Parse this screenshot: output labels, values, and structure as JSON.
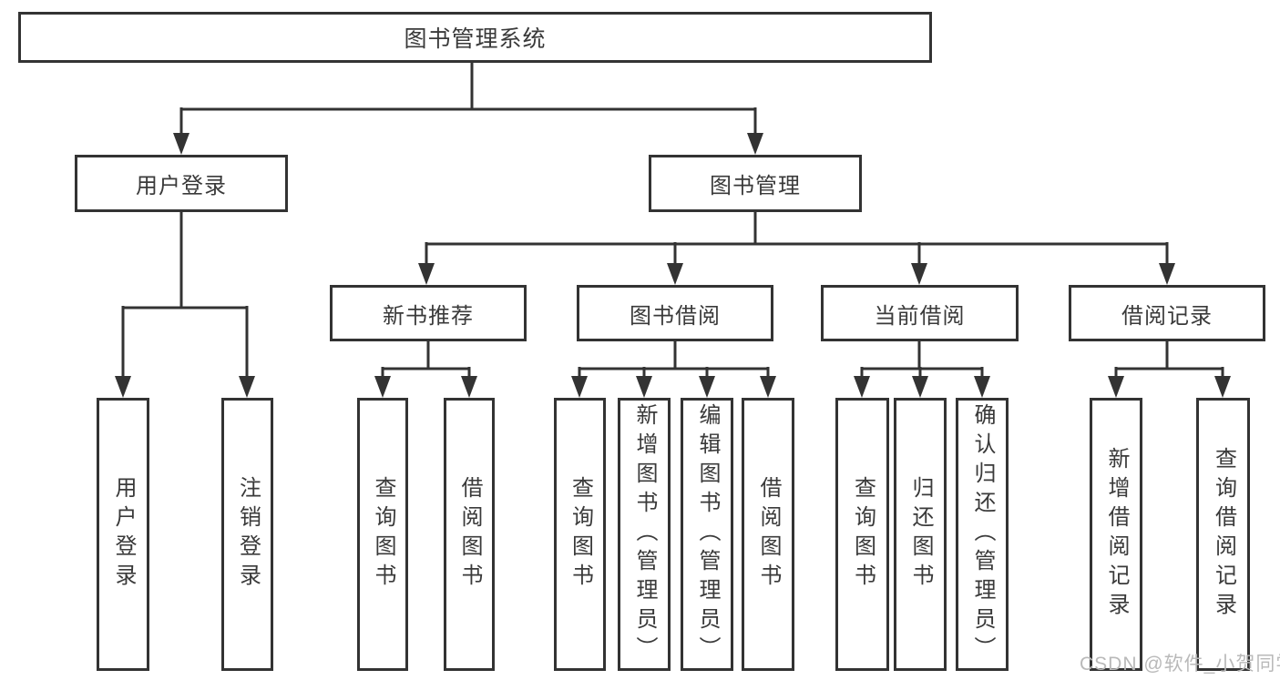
{
  "diagram": {
    "tree": {
      "root": {
        "label": "图书管理系统"
      },
      "branches": [
        {
          "label": "用户登录",
          "children": [
            {
              "label": "用户登录"
            },
            {
              "label": "注销登录"
            }
          ]
        },
        {
          "label": "图书管理",
          "children": [
            {
              "label": "新书推荐",
              "children": [
                {
                  "label": "查询图书"
                },
                {
                  "label": "借阅图书"
                }
              ]
            },
            {
              "label": "图书借阅",
              "children": [
                {
                  "label": "查询图书"
                },
                {
                  "label": "新增图书（管理员）"
                },
                {
                  "label": "编辑图书（管理员）"
                },
                {
                  "label": "借阅图书"
                }
              ]
            },
            {
              "label": "当前借阅",
              "children": [
                {
                  "label": "查询图书"
                },
                {
                  "label": "归还图书"
                },
                {
                  "label": "确认归还（管理员）"
                }
              ]
            },
            {
              "label": "借阅记录",
              "children": [
                {
                  "label": "新增借阅记录"
                },
                {
                  "label": "查询借阅记录"
                }
              ]
            }
          ]
        }
      ]
    }
  },
  "watermark": {
    "text": "CSDN @软件_小贺同学"
  },
  "colors": {
    "line": "#333333",
    "text": "#3a3a3a",
    "background": "#ffffff",
    "watermark": "#b9b9b9"
  }
}
